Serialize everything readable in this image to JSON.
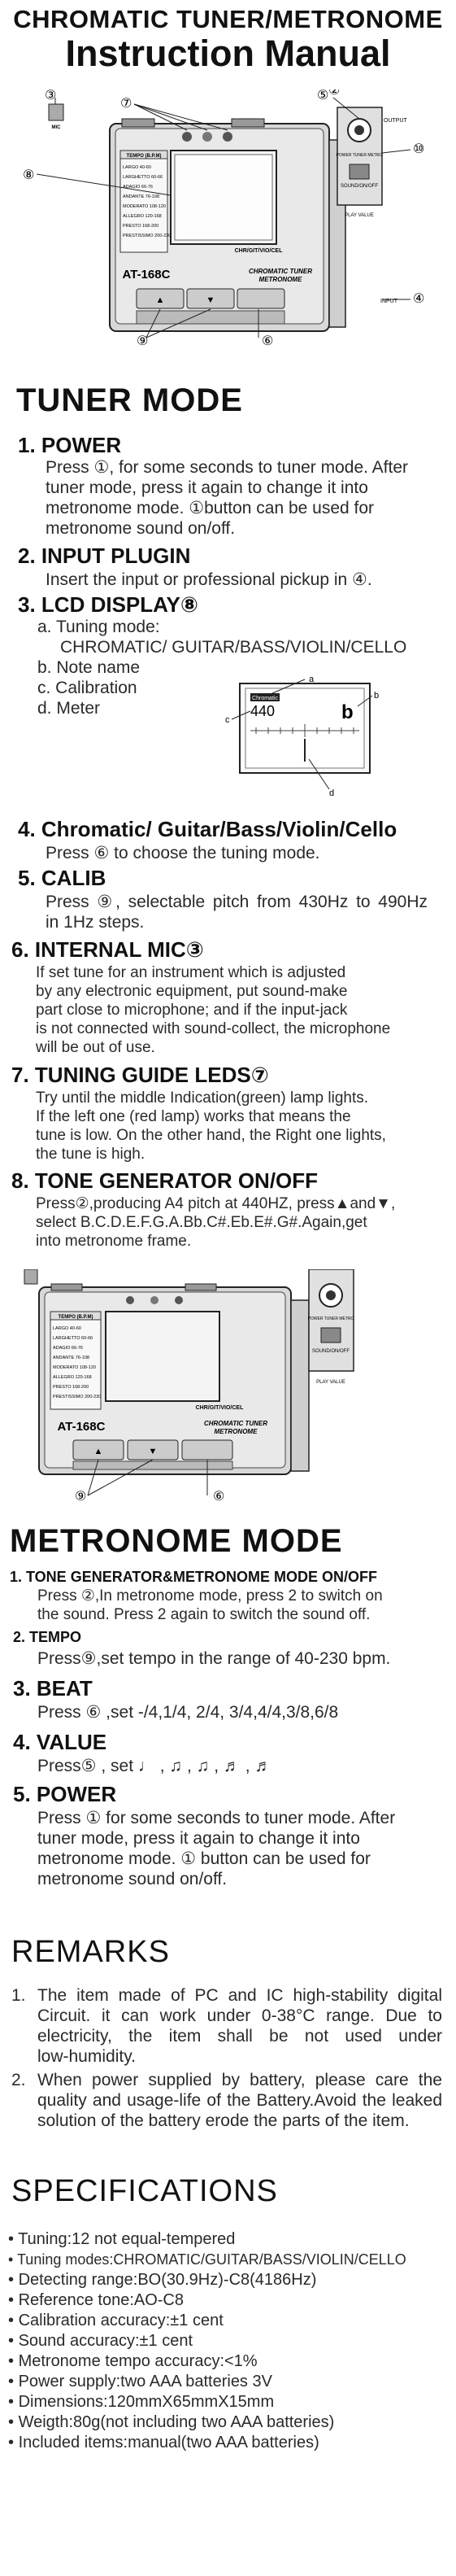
{
  "header": {
    "title": "CHROMATIC TUNER/METRONOME",
    "subtitle": "Instruction Manual"
  },
  "device": {
    "model": "AT-168C",
    "brand_line1": "CHROMATIC TUNER",
    "brand_line2": "METRONOME",
    "mic_label": "MIC",
    "output_label": "OUTPUT",
    "input_label": "INPUT",
    "power_label": "POWER TUNER METRO",
    "sound_label": "SOUND/ON/OFF",
    "play_label": "PLAY VALUE",
    "mode_button": "CHR/GIT/VIO/CEL",
    "callouts": [
      "③",
      "⑦",
      "⑤",
      "②",
      "⑧",
      "⑩",
      "④",
      "⑨",
      "⑥"
    ],
    "tempo_header": "TEMPO (B.P.M)",
    "tempo_list": [
      "LARGO 40-60",
      "LARGHETTO 60-66",
      "ADAGIO 66-76",
      "ANDANTE 76-108",
      "MODERATO 108-120",
      "ALLEGRO 120-168",
      "PRESTO 168-200",
      "PRESTISSIMO 200-230"
    ]
  },
  "tuner_mode": {
    "heading": "TUNER MODE",
    "power": {
      "title": "1. POWER",
      "lines": [
        "Press ①, for some seconds to tuner mode. After",
        "tuner mode, press it again to change it into",
        "metronome mode. ①button can be used for",
        "metronome sound on/off."
      ]
    },
    "input": {
      "title": "2. INPUT PLUGIN",
      "text": "Insert the input or professional pickup in ④."
    },
    "lcd": {
      "title": "3. LCD DISPLAY⑧",
      "a": "a. Tuning mode:",
      "a2": "CHROMATIC/ GUITAR/BASS/VIOLIN/CELLO",
      "b": "b. Note name",
      "c": "c. Calibration",
      "d": "d. Meter",
      "lcd_value": "440",
      "lcd_note": "b",
      "lcd_mode": "Chromatic",
      "letters": [
        "a",
        "b",
        "c",
        "d"
      ]
    },
    "chromatic": {
      "title": "4. Chromatic/ Guitar/Bass/Violin/Cello",
      "text": "Press ⑥ to choose the tuning mode."
    },
    "calib": {
      "title": "5. CALIB",
      "lines": [
        "Press ⑨, selectable pitch from 430Hz to 490Hz",
        "in 1Hz steps."
      ]
    },
    "mic": {
      "title": "6. INTERNAL MIC③",
      "lines": [
        "If set tune for an instrument which is adjusted",
        "by any electronic equipment, put sound-make",
        "part close to microphone; and if the input-jack",
        "is not connected with sound-collect, the microphone",
        "will be out of use."
      ]
    },
    "leds": {
      "title": "7. TUNING GUIDE LEDS⑦",
      "lines": [
        "Try until the middle Indication(green) lamp lights.",
        "If the left one (red lamp) works that means the",
        "tune is low. On the other hand, the Right one lights,",
        "the tune is high."
      ]
    },
    "tone": {
      "title": "8. TONE GENERATOR ON/OFF",
      "lines": [
        "Press②,producing A4 pitch at 440HZ, press▲and▼,",
        "select B.C.D.E.F.G.A.Bb.C#.Eb.E#.G#.Again,get",
        "into metronome frame."
      ]
    }
  },
  "metronome_mode": {
    "heading": "METRONOME MODE",
    "tone_gen": {
      "title": "1. TONE GENERATOR&METRONOME MODE ON/OFF",
      "lines": [
        "Press ②,In metronome mode, press 2 to switch on",
        "the sound. Press 2 again to switch the sound off."
      ]
    },
    "tempo": {
      "title": "2. TEMPO",
      "text": "Press⑨,set tempo in the range of 40-230 bpm."
    },
    "beat": {
      "title": "3. BEAT",
      "text": "Press ⑥ ,set -/4,1/4, 2/4, 3/4,4/4,3/8,6/8"
    },
    "value": {
      "title": "4. VALUE",
      "text": "Press⑤ , set  ♩ , ♫  , ♫ , ♬ , ♬"
    },
    "power": {
      "title": "5. POWER",
      "lines": [
        "Press  ① for some seconds to tuner mode. After",
        "tuner mode, press it again to change it into",
        "metronome mode.  ① button can be used for",
        "metronome sound on/off."
      ]
    }
  },
  "remarks": {
    "heading": "REMARKS",
    "items": [
      {
        "num": "1.",
        "lines": [
          "The item made of PC and IC high-stability digital",
          "Circuit. it can work under 0-38°C range. Due to",
          "electricity, the item shall be not used under",
          "low-humidity."
        ]
      },
      {
        "num": "2.",
        "lines": [
          "When power supplied by battery, please care the",
          "quality and usage-life of the Battery.Avoid the leaked",
          "solution of the battery erode the parts of the item."
        ]
      }
    ]
  },
  "specifications": {
    "heading": "SPECIFICATIONS",
    "items": [
      "Tuning:12 not equal-tempered",
      "Tuning modes:CHROMATIC/GUITAR/BASS/VIOLIN/CELLO",
      "Detecting range:BO(30.9Hz)-C8(4186Hz)",
      "Reference tone:AO-C8",
      "Calibration accuracy:±1 cent",
      "Sound accuracy:±1 cent",
      "Metronome tempo accuracy:<1%",
      "Power supply:two AAA batteries 3V",
      "Dimensions:120mmX65mmX15mm",
      "Weigth:80g(not including two AAA batteries)",
      "Included items:manual(two AAA batteries)"
    ]
  }
}
